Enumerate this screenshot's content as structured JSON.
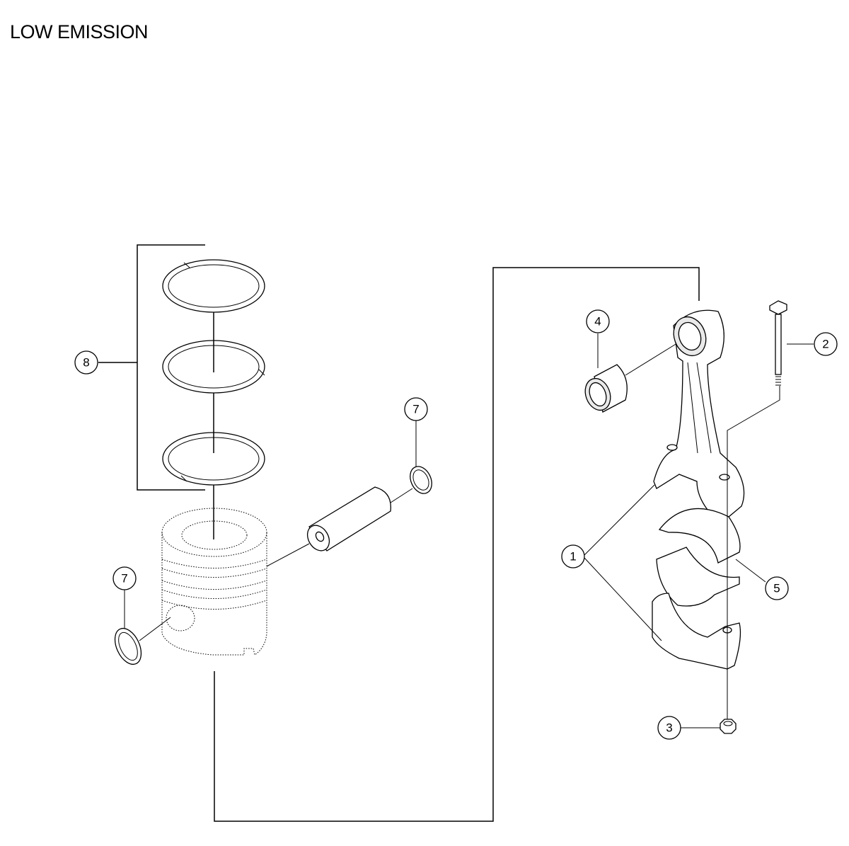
{
  "title": "LOW EMISSION",
  "callouts": [
    {
      "id": "c8",
      "label": "8"
    },
    {
      "id": "c7a",
      "label": "7"
    },
    {
      "id": "c7b",
      "label": "7"
    },
    {
      "id": "c4",
      "label": "4"
    },
    {
      "id": "c2",
      "label": "2"
    },
    {
      "id": "c1",
      "label": "1"
    },
    {
      "id": "c5",
      "label": "5"
    },
    {
      "id": "c3",
      "label": "3"
    }
  ]
}
